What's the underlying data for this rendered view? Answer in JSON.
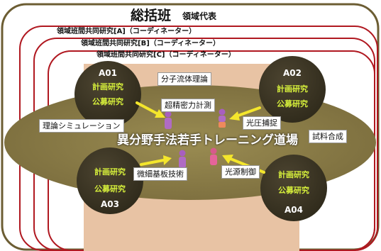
{
  "header": {
    "title": "総括班",
    "subtitle": "領域代表"
  },
  "frames": [
    {
      "label": "領域班間共同研究[A]（コーディネーター）"
    },
    {
      "label": "領域班間共同研究[B]（コーディネーター）"
    },
    {
      "label": "領域班間共同研究[C]（コーディネーター）"
    }
  ],
  "groups": [
    {
      "id": "A01",
      "plan": "計画研究",
      "public": "公募研究"
    },
    {
      "id": "A02",
      "plan": "計画研究",
      "public": "公募研究"
    },
    {
      "id": "A03",
      "plan": "計画研究",
      "public": "公募研究"
    },
    {
      "id": "A04",
      "plan": "計画研究",
      "public": "公募研究"
    }
  ],
  "topics": {
    "molecular_fluid": "分子流体理論",
    "ultra_precision": "超精密力計測",
    "theory_sim": "理論シミュレーション",
    "optical_pressure": "光圧捕捉",
    "sample_synthesis": "試料合成",
    "microfab": "微細基板技術",
    "light_source": "光源制御"
  },
  "center_title": "異分野手法若手トレーニング道場",
  "colors": {
    "frame_red": "#b01820",
    "ellipse_olive": "#8c7d46",
    "circle_dark": "#3a3422",
    "accent_yellow": "#d6ef3b",
    "arrow_yellow": "#f4e62c",
    "band_peach": "#e8c3a4",
    "person_purple": "#b06bc4",
    "person_pink": "#e5649a",
    "person_orange": "#ee8a5c"
  }
}
